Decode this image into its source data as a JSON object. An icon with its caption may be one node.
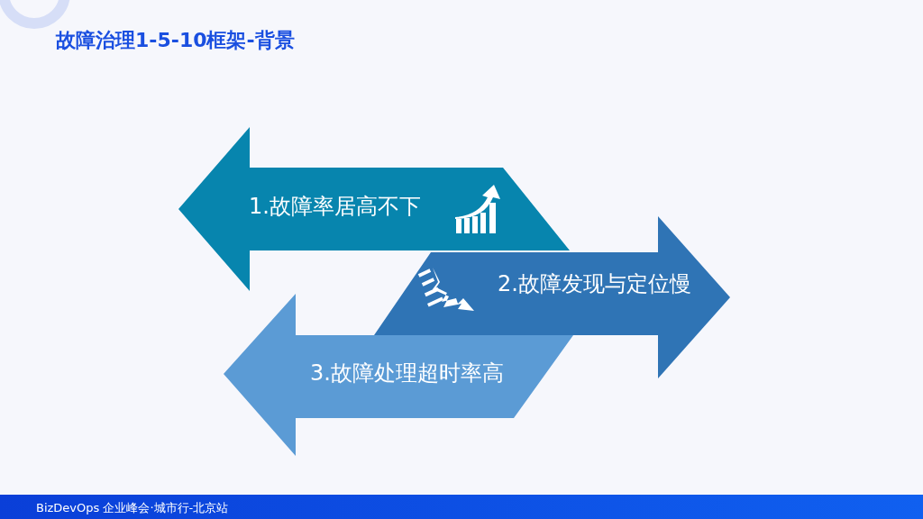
{
  "diagram": {
    "title": "故障治理1-5-10框架-背景",
    "nodes": [
      {
        "text": [
          "1.故障率居高不下"
        ]
      },
      {
        "text": [
          "2.故障发现与定位慢"
        ]
      },
      {
        "text": [
          "3.故障处理超时率高"
        ]
      }
    ],
    "labels": [
      "BizDevOps 企业峰会·城市行-北京站"
    ]
  }
}
